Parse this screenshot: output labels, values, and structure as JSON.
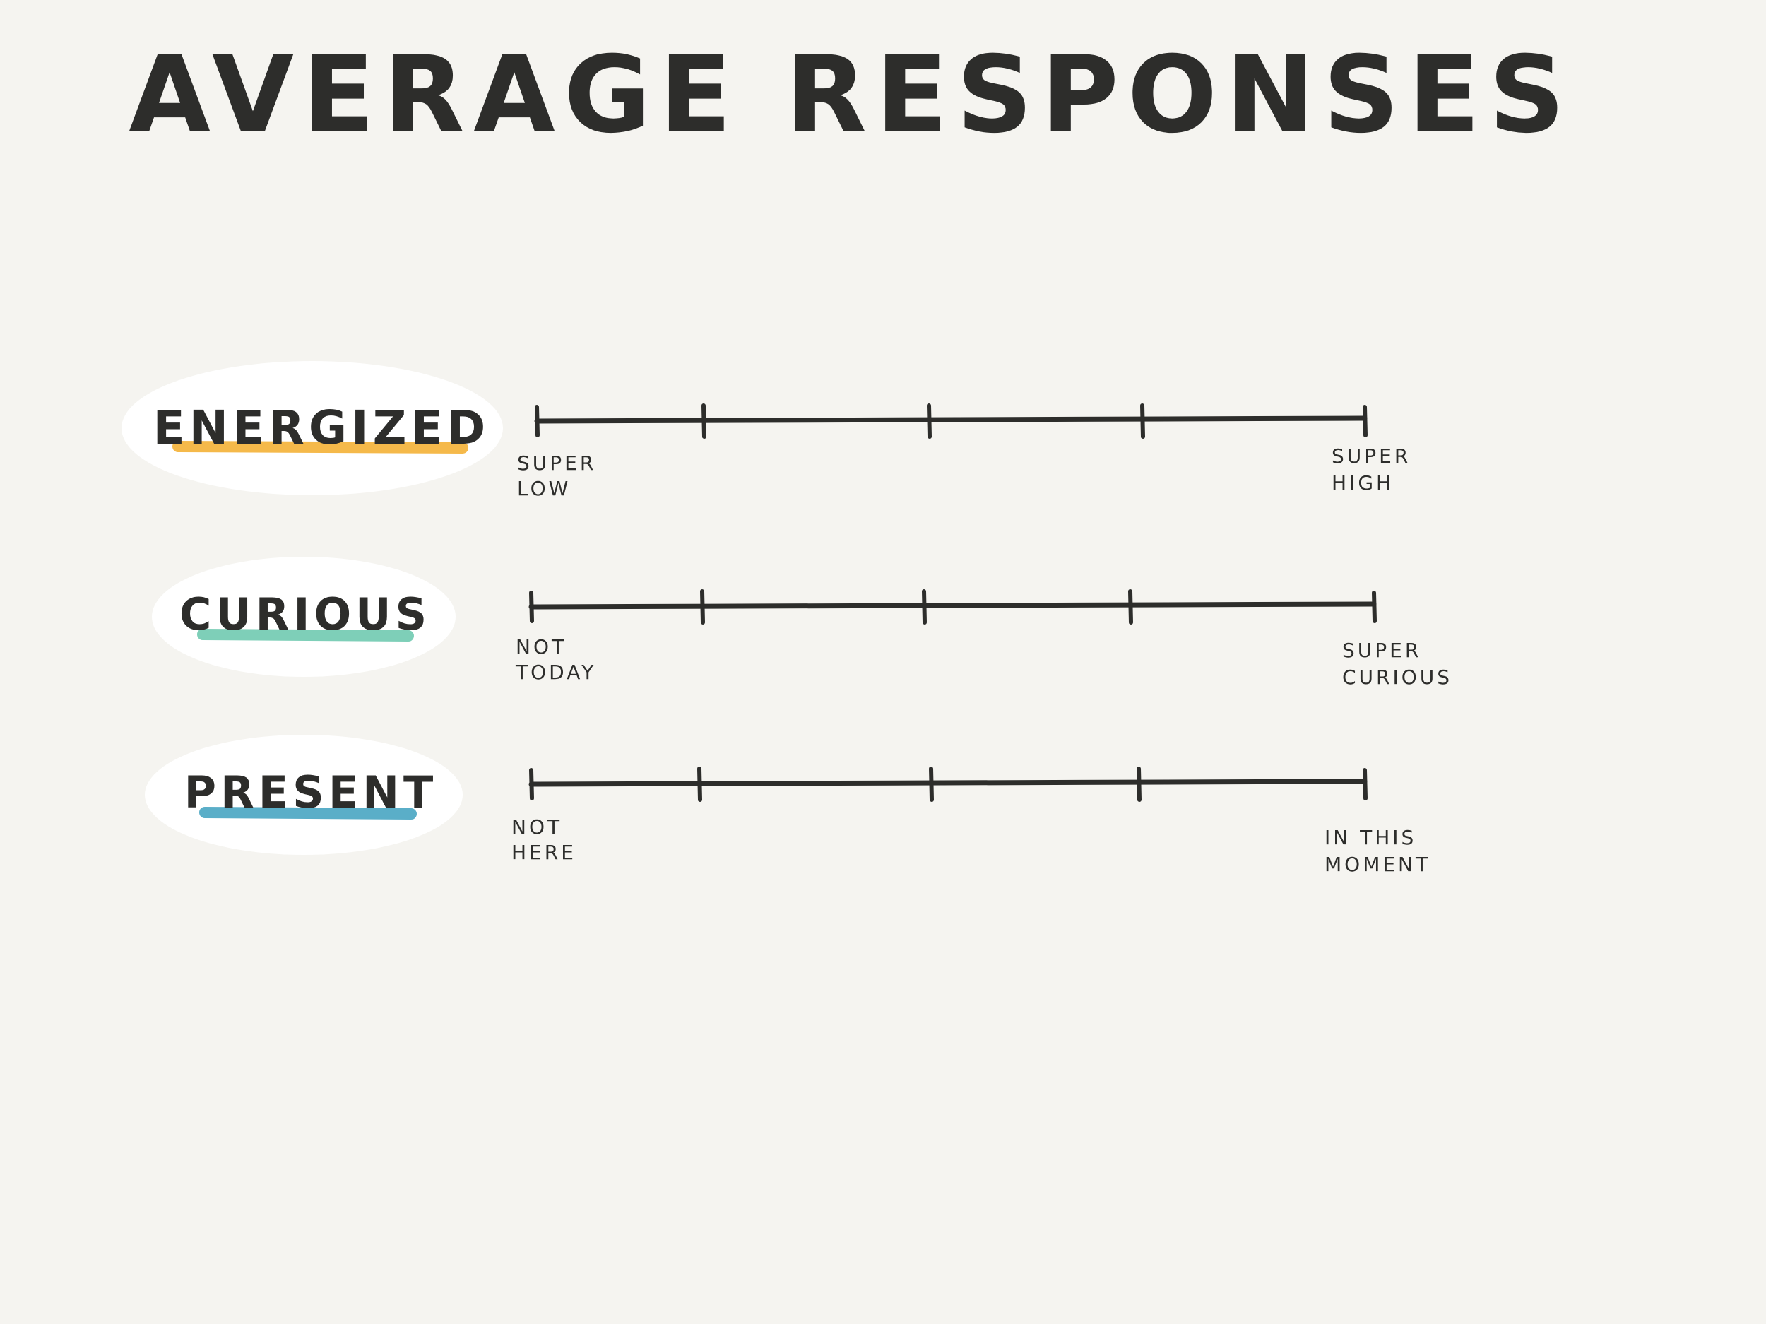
{
  "title": "AVERAGE RESPONSES",
  "colors": {
    "background": "#f5f4f0",
    "ink": "#2d2d2b",
    "blob": "#ffffff"
  },
  "scales": [
    {
      "label": "ENERGIZED",
      "underline_color": "#f5b94a",
      "low_label": [
        "SUPER",
        "LOW"
      ],
      "high_label": [
        "SUPER",
        "HIGH"
      ]
    },
    {
      "label": "CURIOUS",
      "underline_color": "#7ecfb8",
      "low_label": [
        "NOT",
        "TODAY"
      ],
      "high_label": [
        "SUPER",
        "CURIOUS"
      ]
    },
    {
      "label": "PRESENT",
      "underline_color": "#5aaec8",
      "low_label": [
        "NOT",
        "HERE"
      ],
      "high_label": [
        "IN THIS",
        "MOMENT"
      ]
    }
  ]
}
